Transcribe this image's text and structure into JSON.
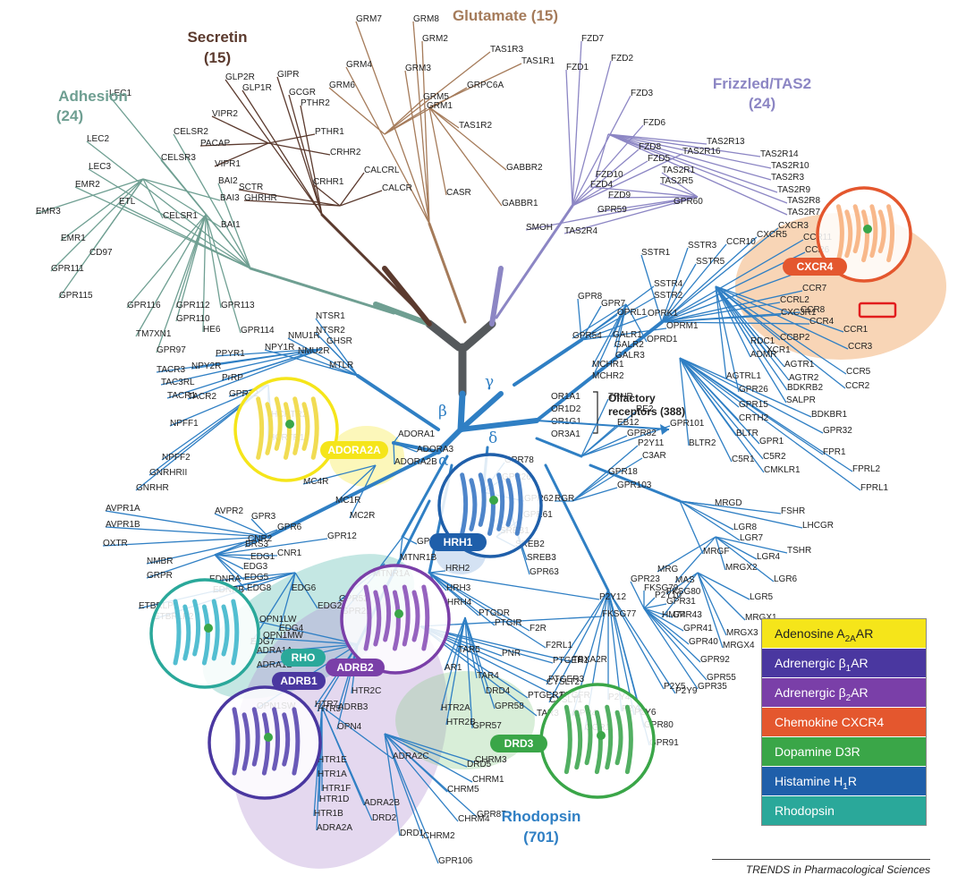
{
  "families": [
    {
      "name": "Glutamate (15)",
      "color": "#a57b5a"
    },
    {
      "name": "Secretin",
      "count": "(15)",
      "color": "#5b3a2e"
    },
    {
      "name": "Adhesion",
      "count": "(24)",
      "color": "#6f9f92"
    },
    {
      "name": "Frizzled/TAS2",
      "count": "(24)",
      "color": "#8c86c4"
    },
    {
      "name": "Rhodopsin",
      "count": "(701)",
      "color": "#2f7fc4"
    }
  ],
  "greek_labels": [
    "α",
    "β",
    "γ",
    "δ"
  ],
  "olfactory": {
    "members": [
      "OR1A1",
      "OR1D2",
      "OR1G1",
      "OR3A1"
    ],
    "label_line1": "Olfactory",
    "label_line2": "receptors (388)"
  },
  "receptor_tags": [
    {
      "label": "CXCR4",
      "color": "#e4572e"
    },
    {
      "label": "ADORA2A",
      "color": "#f5e51a"
    },
    {
      "label": "HRH1",
      "color": "#1f5faa"
    },
    {
      "label": "RHO",
      "color": "#2aa89a"
    },
    {
      "label": "ADRB2",
      "color": "#7a3fa8"
    },
    {
      "label": "ADRB1",
      "color": "#4a37a0"
    },
    {
      "label": "DRD3",
      "color": "#3aa648"
    }
  ],
  "legend": [
    {
      "pre": "Adenosine A",
      "sub": "2A",
      "post": "AR",
      "color": "#f5e51a",
      "text_color": "#222222"
    },
    {
      "pre": "Adrenergic β",
      "sub": "1",
      "post": "AR",
      "color": "#4a37a0",
      "text_color": "#ffffff"
    },
    {
      "pre": "Adrenergic β",
      "sub": "2",
      "post": "AR",
      "color": "#7a3fa8",
      "text_color": "#ffffff"
    },
    {
      "pre": "Chemokine CXCR4",
      "sub": "",
      "post": "",
      "color": "#e4572e",
      "text_color": "#ffffff"
    },
    {
      "pre": "Dopamine D3R",
      "sub": "",
      "post": "",
      "color": "#3aa648",
      "text_color": "#ffffff"
    },
    {
      "pre": "Histamine H",
      "sub": "1",
      "post": "R",
      "color": "#1f5faa",
      "text_color": "#ffffff"
    },
    {
      "pre": "Rhodopsin",
      "sub": "",
      "post": "",
      "color": "#2aa89a",
      "text_color": "#ffffff"
    }
  ],
  "caption": "TRENDS in Pharmacological Sciences",
  "leaves": {
    "glutamate": [
      "GRM7",
      "GRM8",
      "GRM2",
      "GRM4",
      "GRM3",
      "GRM6",
      "GRM5",
      "GRM1",
      "GRPC6A",
      "TAS1R3",
      "TAS1R1",
      "TAS1R2",
      "CASR",
      "GABBR2",
      "GABBR1"
    ],
    "secretin": [
      "GLP2R",
      "GLP1R",
      "GIPR",
      "GCGR",
      "PTHR2",
      "PTHR1",
      "VIPR2",
      "PACAP",
      "VIPR1",
      "CRHR2",
      "CRHR1",
      "SCTR",
      "GHRHR",
      "CALCRL",
      "CALCR"
    ],
    "adhesion": [
      "LEC1",
      "LEC2",
      "LEC3",
      "CELSR2",
      "CELSR3",
      "EMR2",
      "ETL",
      "BAI2",
      "BAI3",
      "EMR3",
      "CELSR1",
      "EMR1",
      "BAI1",
      "CD97",
      "GPR111",
      "GPR115",
      "GPR116",
      "GPR112",
      "GPR110",
      "GPR113",
      "HE6",
      "GPR114",
      "TM7XN1",
      "GPR97"
    ],
    "frizzled": [
      "FZD7",
      "FZD2",
      "FZD1",
      "FZD3",
      "FZD6",
      "FZD8",
      "FZD5",
      "TAS2R16",
      "TAS2R13",
      "TAS2R14",
      "TAS2R10",
      "TAS2R3",
      "TAS2R9",
      "TAS2R8",
      "TAS2R7",
      "FZD10",
      "TAS2R1",
      "FZD9",
      "TAS2R5",
      "FZD4",
      "GPR59",
      "GPR60",
      "SMOH",
      "TAS2R4"
    ],
    "rhodopsin": [
      "SSTR1",
      "SSTR3",
      "SSTR5",
      "CCR10",
      "CXCR5",
      "CXCR3",
      "CCR11",
      "CCR6",
      "CCR9",
      "CCR7",
      "CCRL2",
      "CCR8",
      "CXC3R1",
      "CCR4",
      "CCR1",
      "CCR3",
      "CCBP2",
      "RDC1",
      "XCR1",
      "ADMR",
      "AGTR1",
      "AGTR2",
      "CCR5",
      "AGTRL1",
      "BDKRB2",
      "CCR2",
      "GPR26",
      "SALPR",
      "GPR15",
      "BDKBR1",
      "CRTH2",
      "GPR32",
      "BLTR",
      "GPR1",
      "FPR1",
      "BLTR2",
      "C5R1",
      "C5R2",
      "FPRL2",
      "CMKLR1",
      "FPRL1",
      "SSTR4",
      "SSTR2",
      "GPR8",
      "GPR7",
      "OPRL1",
      "OPRK1",
      "OPRM1",
      "GPR54",
      "GALR1",
      "GALR2",
      "OPRD1",
      "GALR3",
      "MCHR1",
      "MCHR2",
      "NTSR1",
      "NTSR2",
      "NMU1R",
      "GHSR",
      "NMU2R",
      "MTLR",
      "NPY1R",
      "PPYR1",
      "NPY2R",
      "PrRP",
      "TACR3",
      "TAC3RL",
      "TACR1",
      "TACR2",
      "GPR72",
      "NPFF1",
      "HCRTR2",
      "NPFF2",
      "HCRTR1",
      "GNRHRII",
      "GNRHR",
      "ADORA1",
      "ADORA3",
      "ADORA2B",
      "MC4R",
      "MC1R",
      "MC2R",
      "AVPR1A",
      "AVPR1B",
      "AVPR2",
      "OXTR",
      "BRS3",
      "NMBR",
      "GRPR",
      "GPR3",
      "GPR6",
      "GPR12",
      "CNR2",
      "CNR1",
      "EDG1",
      "EDG3",
      "EDG5",
      "EDG8",
      "EDG6",
      "EDG2",
      "EDG4",
      "EDG7",
      "EDNRA",
      "EDNRB",
      "ETBRLP1",
      "ETBRLP2",
      "GPR78",
      "GPR26",
      "GPR62",
      "GPR61",
      "SREB1",
      "SREB2",
      "SREB3",
      "GPR63",
      "TRHR",
      "RE2",
      "GPR101",
      "EB12",
      "GPR82",
      "P2Y11",
      "C3AR",
      "GPR18",
      "GPR103",
      "RGR",
      "MRGD",
      "FSHR",
      "LHCGR",
      "LGR8",
      "LGR7",
      "MRGF",
      "MRG",
      "MAS",
      "MRGX2",
      "LGR4",
      "TSHR",
      "LGR6",
      "FKSG80",
      "LGR5",
      "HM74",
      "MRGX1",
      "MRGX3",
      "MRGX4",
      "GPR50",
      "MTNR1B",
      "MTNR1A",
      "GPR52",
      "GPR21",
      "HRH2",
      "HRH3",
      "HRH4",
      "PTGDR",
      "PTGIR",
      "F2R",
      "F2RL1",
      "P2Y12",
      "FKSG77",
      "PTGER1",
      "TBXA2R",
      "PTGER3",
      "PTGER2",
      "PTGFR",
      "PNR",
      "TAR3",
      "AR1",
      "TAR5",
      "TAR4",
      "DRD4",
      "GPR58",
      "GPR57",
      "HTR2B",
      "HTR2A",
      "HTR2C",
      "HTR5",
      "HTR7",
      "ADRB3",
      "OPN4",
      "OPN1SW",
      "OPN1LW",
      "OPN1MW",
      "ADRA1A",
      "ADRA1B",
      "HTR1E",
      "HTR1A",
      "HTR1F",
      "HTR1D",
      "HTR1B",
      "ADRA2A",
      "ADRA2C",
      "ADRA2B",
      "DRD2",
      "DRD1",
      "DRD5",
      "CHRM1",
      "CHRM3",
      "CHRM5",
      "CHRM4",
      "CHRM2",
      "GPR87",
      "GPR106",
      "CYSLT2",
      "CYSLT1",
      "GPR4",
      "OGR1",
      "P2Y4",
      "P2Y2",
      "P2Y6",
      "GPR80",
      "GPR91",
      "P2Y5",
      "P2Y9",
      "GPR35",
      "GPR55",
      "GPR92",
      "GPR40",
      "GPR41",
      "GPR43",
      "GPR31",
      "P2Y10",
      "FKSG79",
      "GPR23"
    ]
  }
}
